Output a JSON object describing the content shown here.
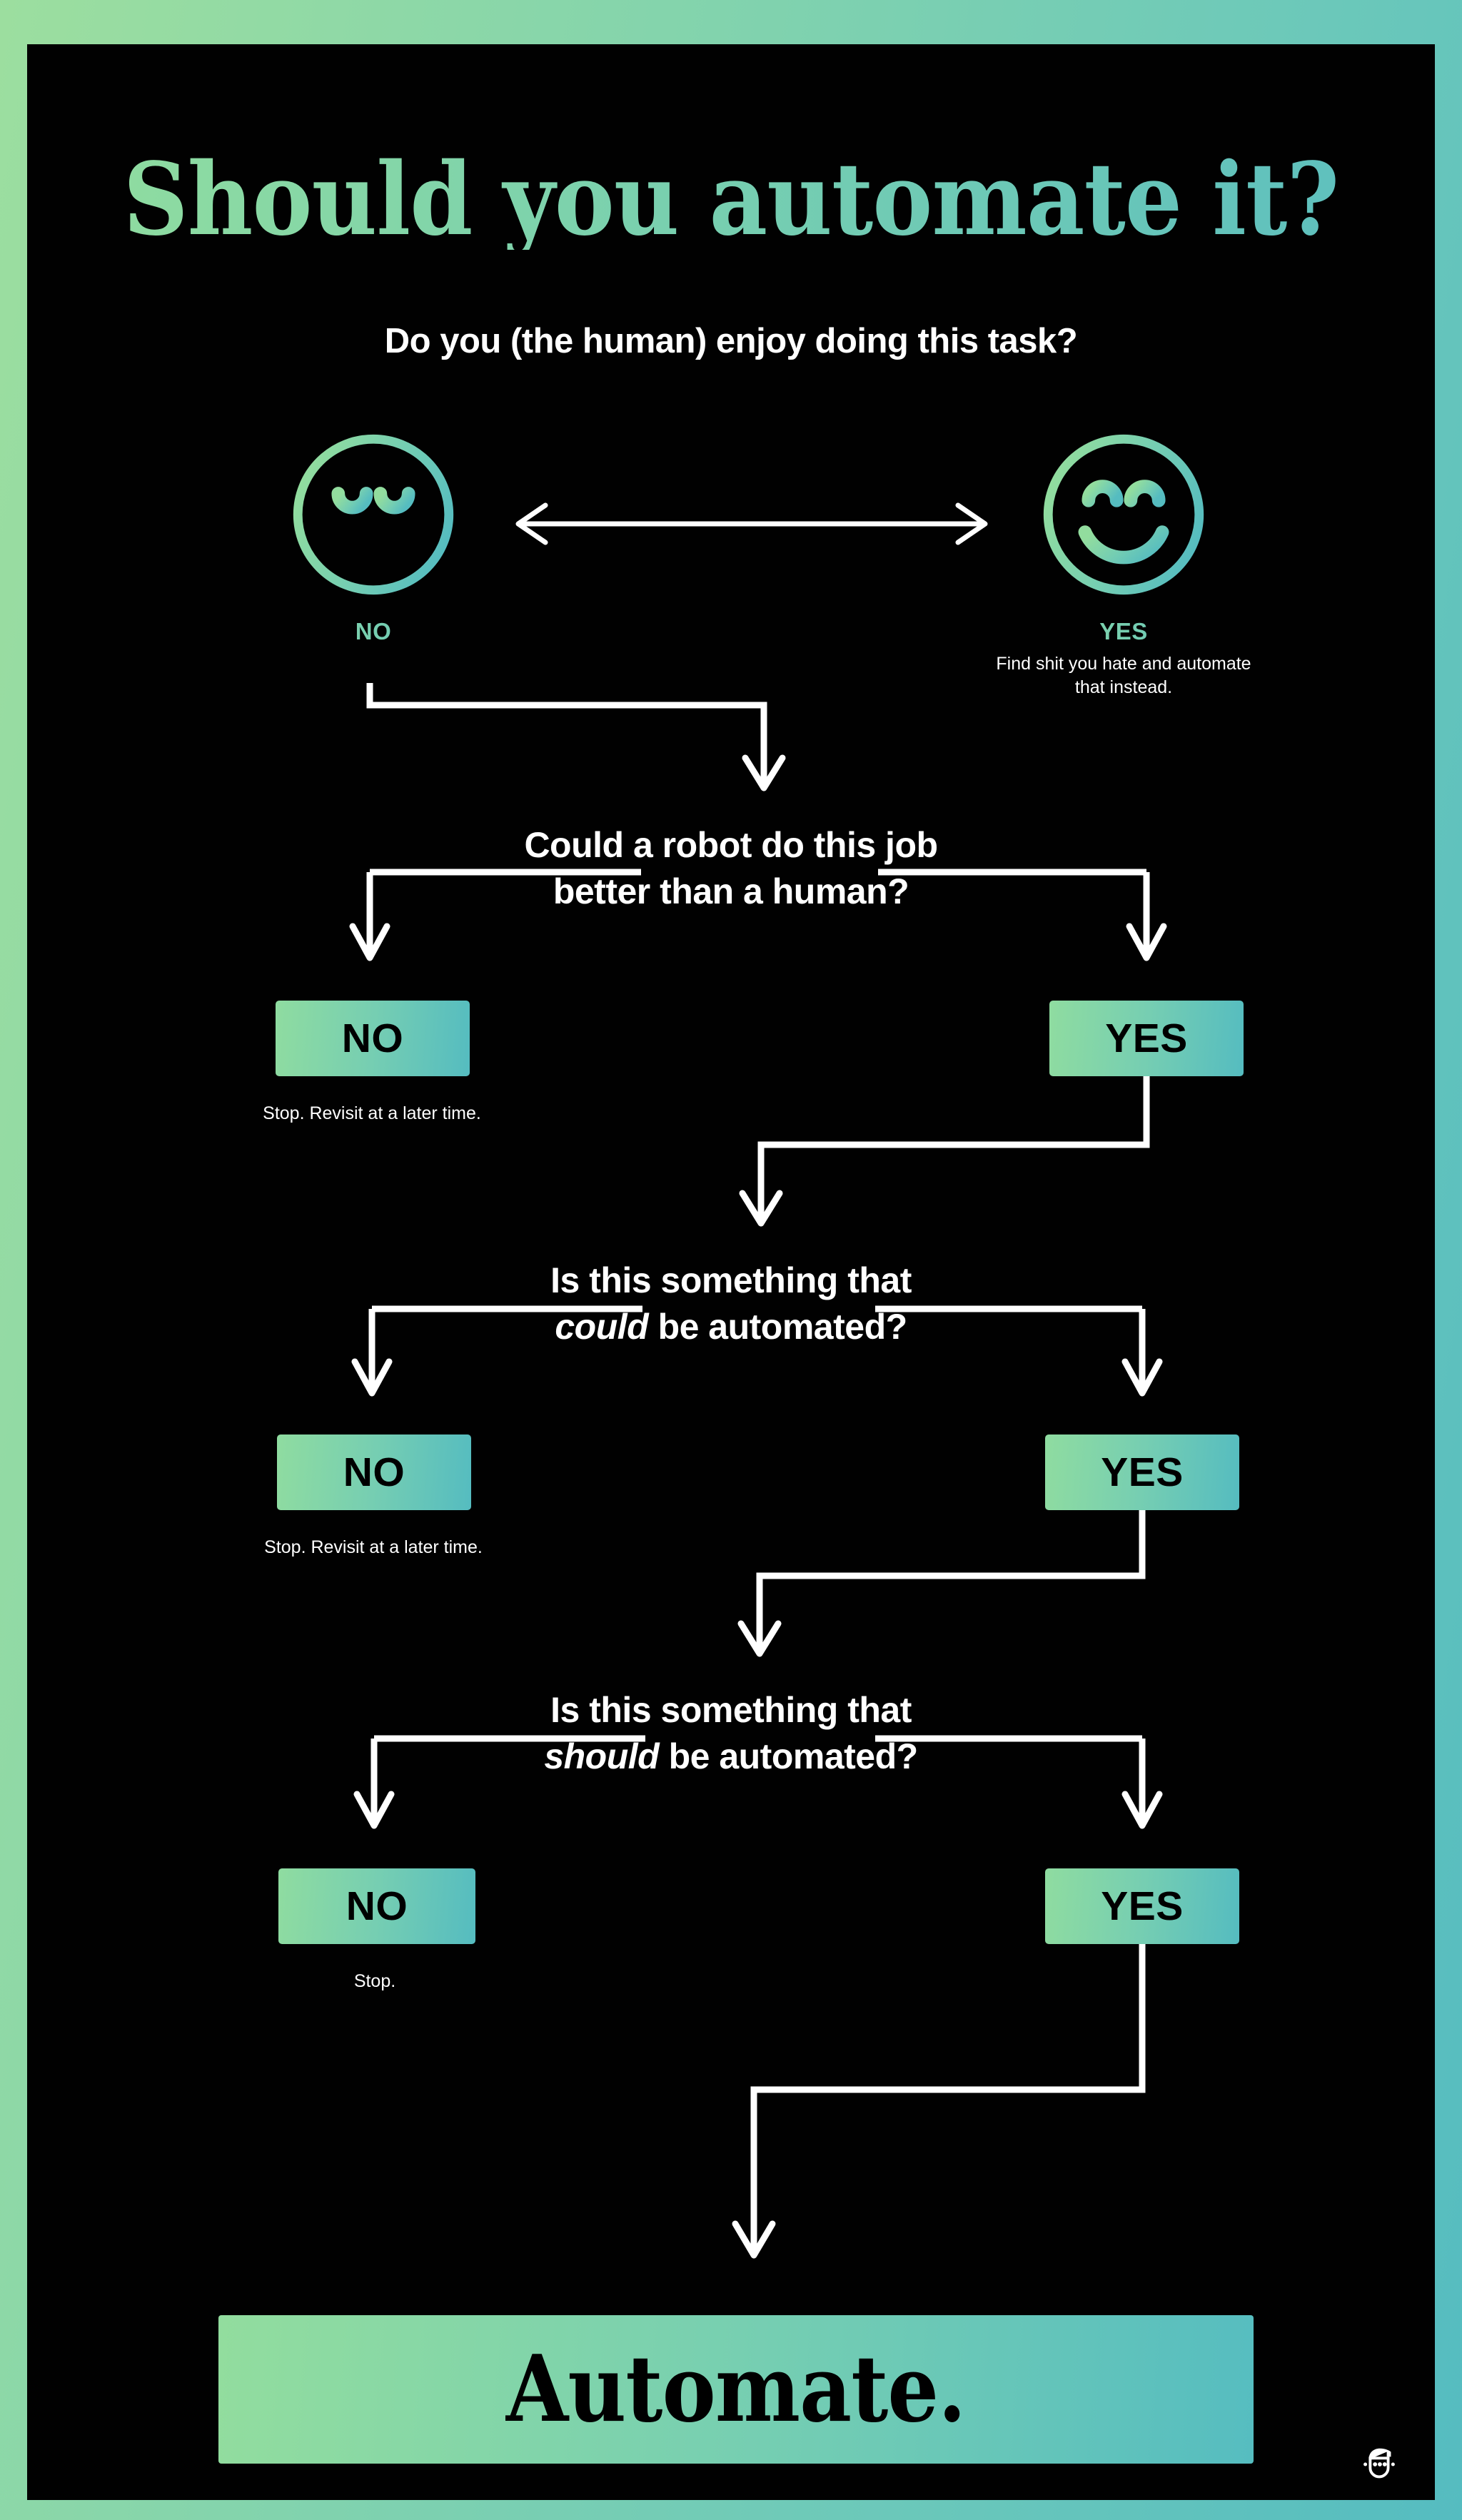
{
  "poster": {
    "title": "Should you automate it?",
    "subtitle": "Do you (the human) enjoy doing this task?",
    "accent_green": "#9CDE9F",
    "accent_teal": "#55BCC0",
    "background": "#010101",
    "text_color": "#FFFFFF"
  },
  "enjoy_branch": {
    "no": {
      "icon": "neutral-face-icon",
      "label": "NO",
      "note": ""
    },
    "yes": {
      "icon": "smiling-face-icon",
      "label": "YES",
      "note": "Find shit you hate and automate that instead."
    }
  },
  "decisions": [
    {
      "question_line1": "Could a robot do this job",
      "question_line2": "better than a human?",
      "emphasis": "",
      "no_label": "NO",
      "no_note": "Stop. Revisit at a later time.",
      "yes_label": "YES"
    },
    {
      "question_line1": "Is this something that",
      "question_line2_pre": "",
      "emphasis": "could",
      "question_line2_post": " be automated?",
      "no_label": "NO",
      "no_note": "Stop. Revisit at a later time.",
      "yes_label": "YES"
    },
    {
      "question_line1": "Is this something that",
      "question_line2_pre": "",
      "emphasis": "should",
      "question_line2_post": " be automated?",
      "no_label": "NO",
      "no_note": "Stop.",
      "yes_label": "YES"
    }
  ],
  "outcome": {
    "label": "Automate."
  },
  "brand": {
    "logo": "face-chat-logo"
  }
}
